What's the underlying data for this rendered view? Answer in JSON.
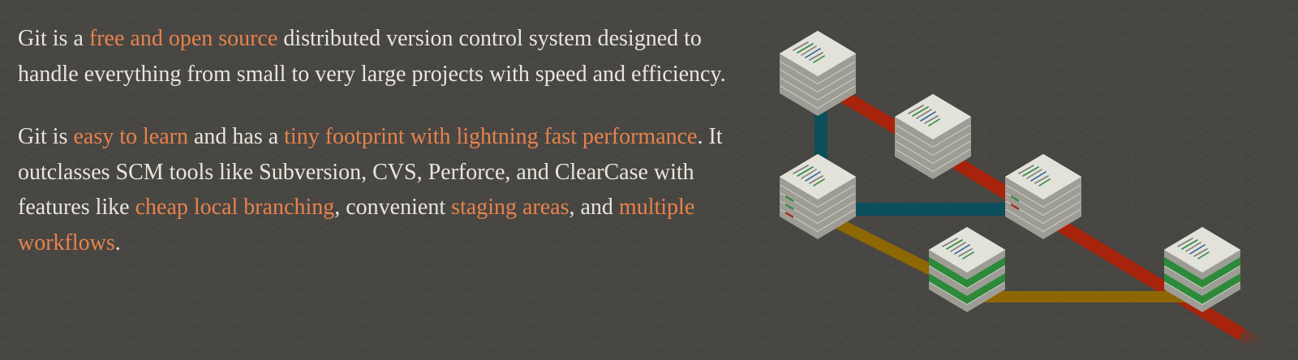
{
  "intro": {
    "p1": {
      "lead": "Git is a ",
      "link_free": "free and open source",
      "rest": " distributed version control system designed to handle everything from small to very large projects with speed and efficiency."
    },
    "p2": {
      "lead": "Git is ",
      "link_easy": "easy to learn",
      "mid1": " and has a ",
      "link_tiny": "tiny footprint with lightning fast performance",
      "mid2": ". It outclasses SCM tools like Subversion, CVS, Perforce, and ClearCase with features like ",
      "link_branching": "cheap local branching",
      "mid3": ", convenient ",
      "link_staging": "staging areas",
      "mid4": ", and ",
      "link_workflows": "multiple workflows",
      "end": "."
    }
  },
  "illustration": {
    "name": "branching-diagram",
    "colors": {
      "branch_master": "#a8230b",
      "branch_teal": "#0c4f5c",
      "branch_gold": "#8c6704",
      "commit_stack": "#c8c7c0",
      "commit_text_green": "#2c8a3a"
    }
  },
  "theme": {
    "background": "#484743",
    "text": "#e8e6dc",
    "link": "#e8824c"
  }
}
